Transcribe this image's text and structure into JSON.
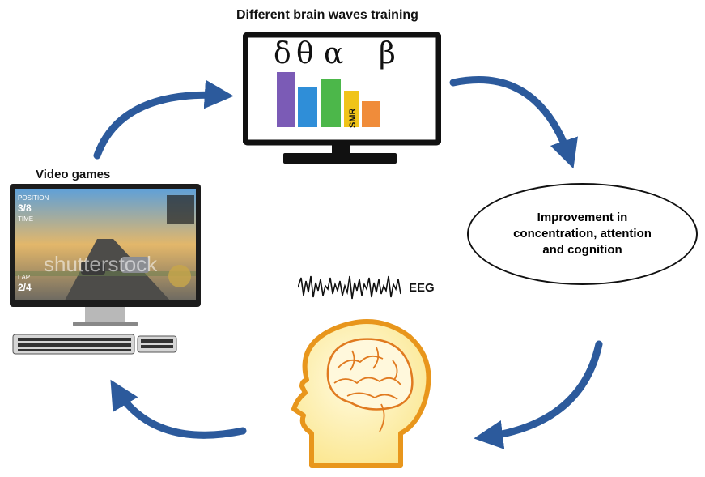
{
  "title": "Different brain  waves training",
  "greek_letters": [
    "δ",
    "θ",
    "α",
    "β"
  ],
  "smr_label": "SMR",
  "video_games_label": "Video games",
  "improvement_text": "Improvement in concentration, attention and cognition",
  "eeg_label": "EEG",
  "game_screen": {
    "position_label": "POSITION",
    "position_value": "3/8",
    "time_label": "TIME",
    "lap_label": "LAP",
    "lap_value": "2/4",
    "watermark": "shutterstock"
  },
  "colors": {
    "arrow": "#2c5a9c",
    "bar_delta": "#7b5bb6",
    "bar_theta": "#2f8ed8",
    "bar_alpha": "#4cb74a",
    "bar_smr": "#f0c419",
    "bar_beta": "#f08c3a",
    "head_outline": "#e8961c",
    "head_fill": "#fbe58a"
  }
}
